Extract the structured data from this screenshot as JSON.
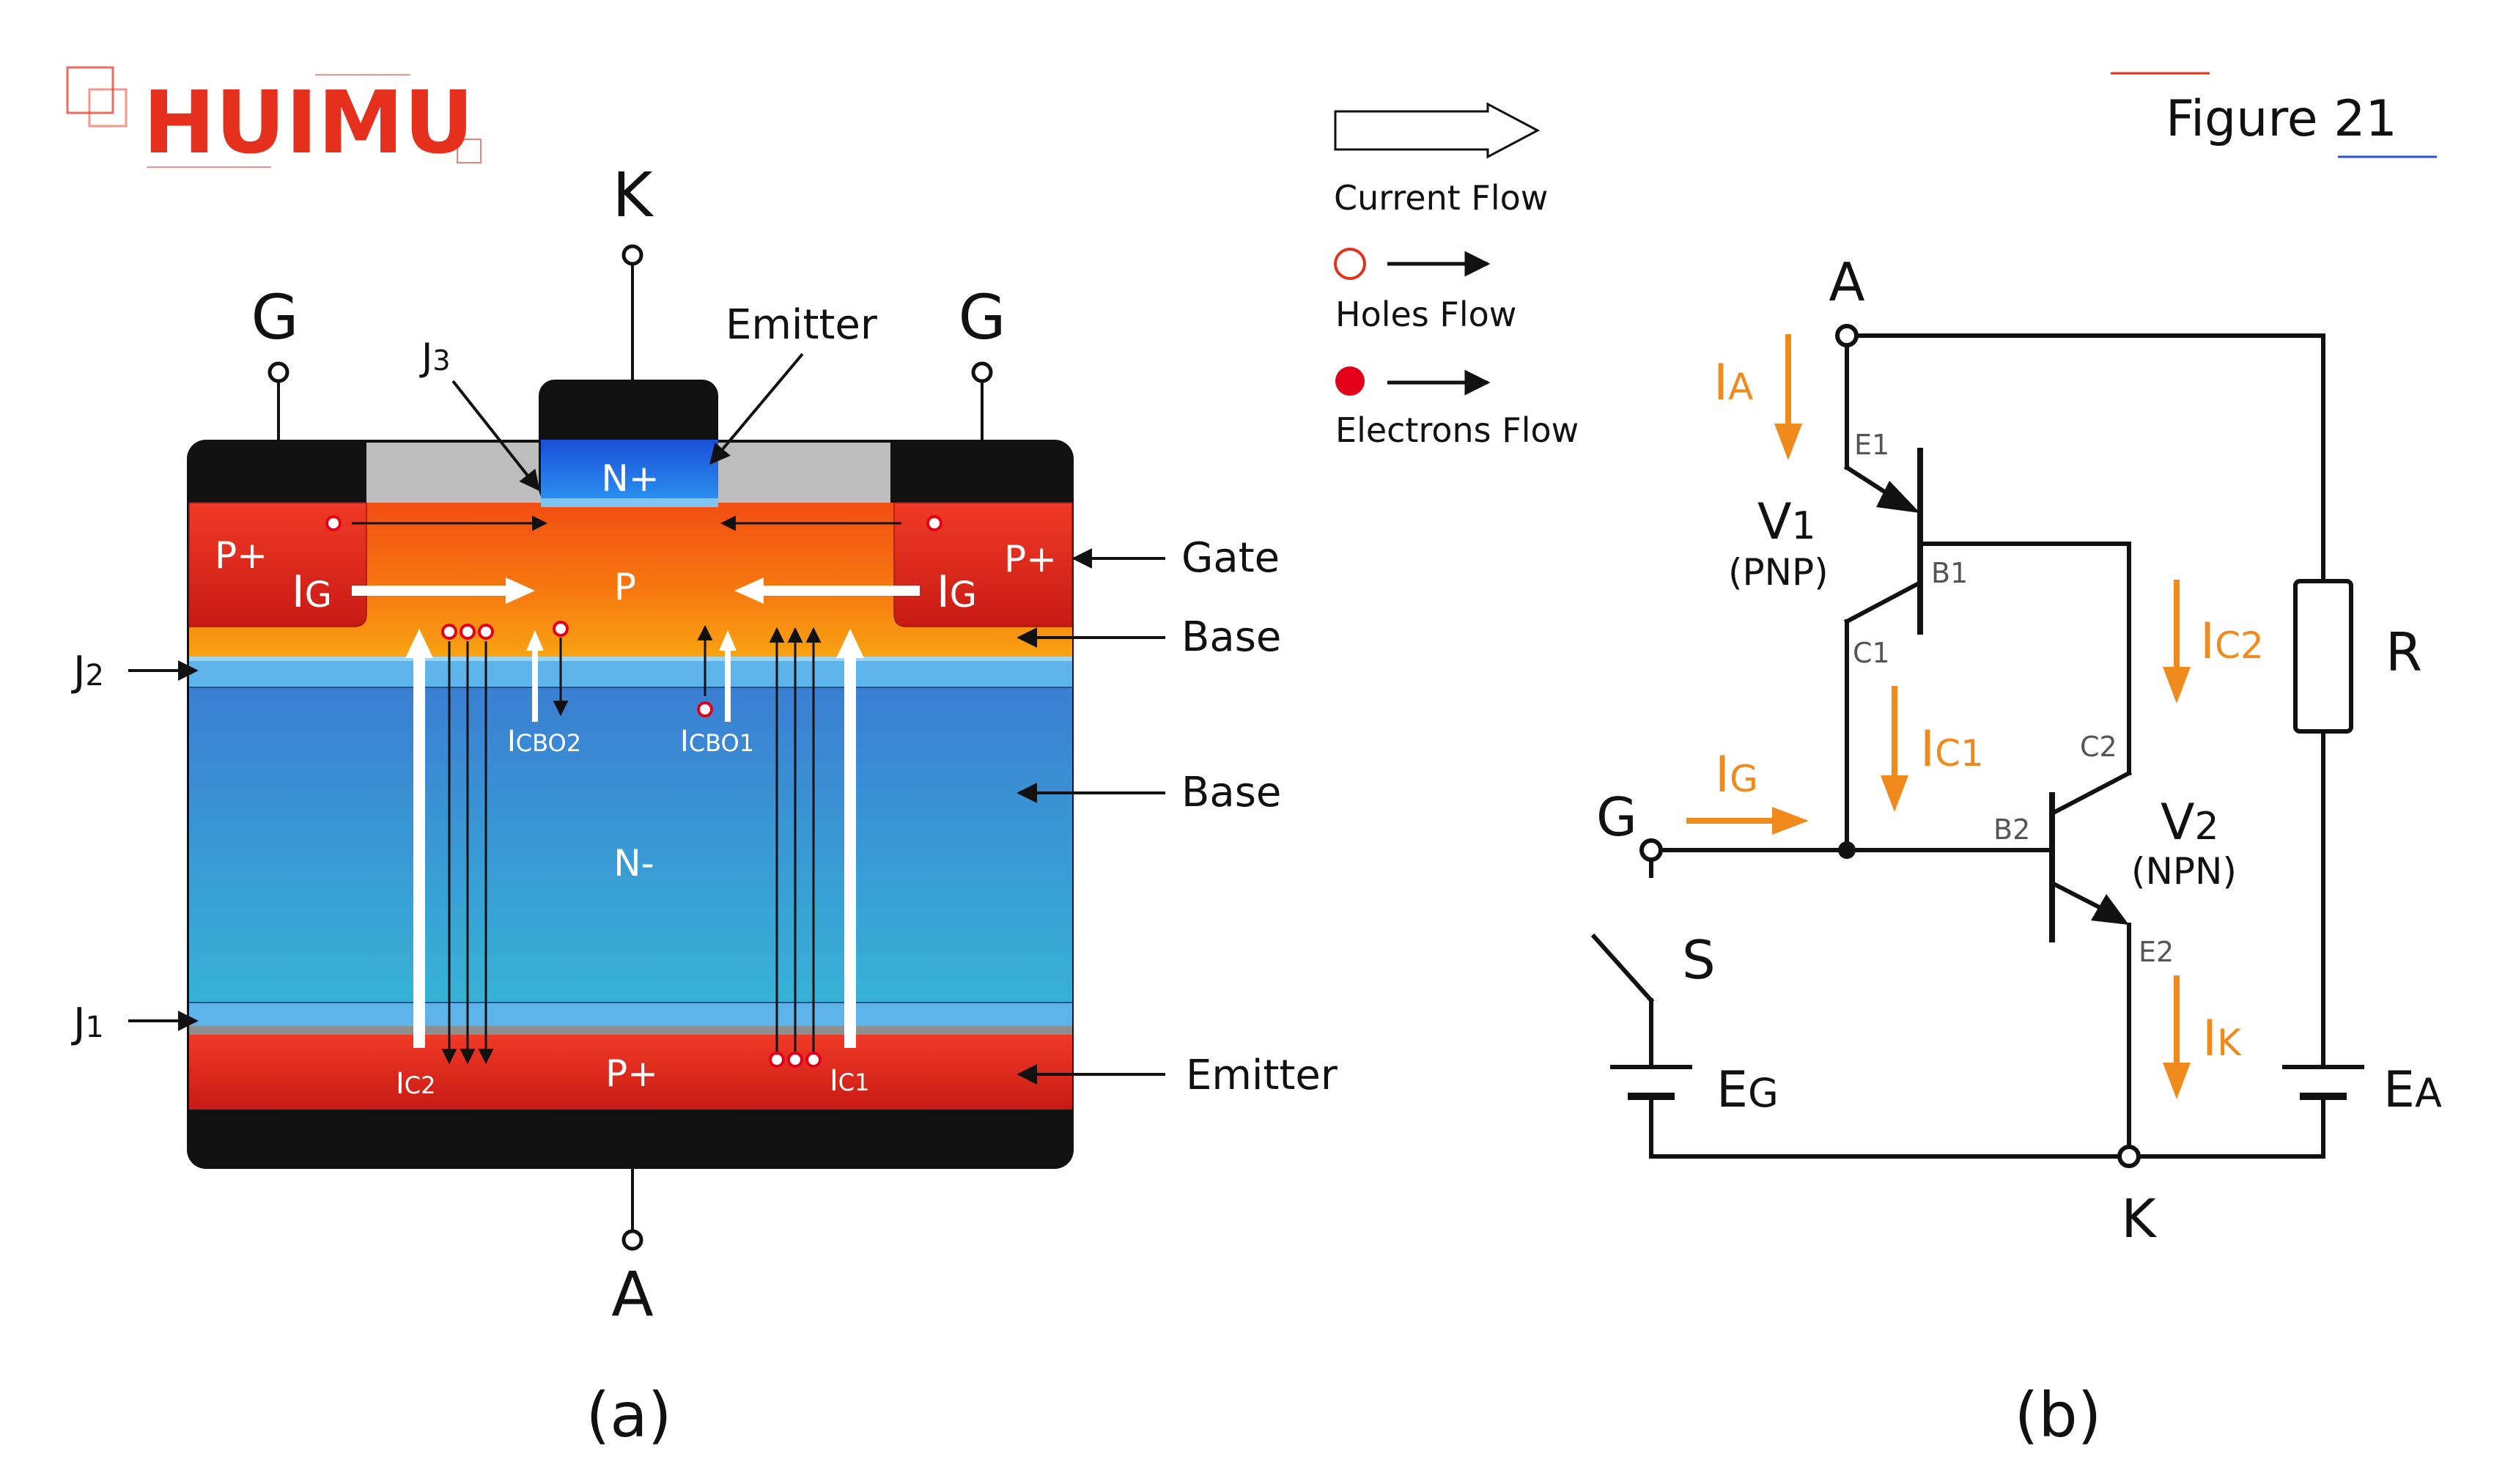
{
  "brand": {
    "name": "HUIMU",
    "accent": "#e5301e"
  },
  "figure_label": "Figure 21",
  "legend": {
    "current_flow": "Current Flow",
    "holes_flow": "Holes Flow",
    "electrons_flow": "Electrons Flow"
  },
  "panel_a": {
    "caption": "(a)",
    "terminal_k": "K",
    "terminal_a": "A",
    "terminal_g_left": "G",
    "terminal_g_right": "G",
    "label_j3_main": "J",
    "label_j3_sub": "3",
    "label_j2_main": "J",
    "label_j2_sub": "2",
    "label_j1_main": "J",
    "label_j1_sub": "1",
    "label_emitter_top": "Emitter",
    "label_gate": "Gate",
    "label_base_p": "Base",
    "label_base_n": "Base",
    "label_emitter_bottom": "Emitter",
    "region_n_plus": "N+",
    "region_p_plus_left": "P+",
    "region_p_plus_right": "P+",
    "region_p": "P",
    "region_n_minus": "N-",
    "region_p_plus_bottom": "P+",
    "ig_left_main": "I",
    "ig_left_sub": "G",
    "ig_right_main": "I",
    "ig_right_sub": "G",
    "icbo2_main": "I",
    "icbo2_sub": "CBO2",
    "icbo1_main": "I",
    "icbo1_sub": "CBO1",
    "ic2_main": "I",
    "ic2_sub": "C2",
    "ic1_main": "I",
    "ic1_sub": "C1",
    "colors": {
      "p_plus": "#e02a1e",
      "p": "#f46a10",
      "n_plus": "#1f5fd6",
      "n_minus": "#3d8fd4",
      "metal": "#111111",
      "oxide": "#bdbdbd"
    }
  },
  "panel_b": {
    "caption": "(b)",
    "node_a": "A",
    "node_k": "K",
    "node_g": "G",
    "switch_s": "S",
    "resistor_r": "R",
    "eg_main": "E",
    "eg_sub": "G",
    "ea_main": "E",
    "ea_sub": "A",
    "v1_main": "V",
    "v1_sub": "1",
    "v1_type": "(PNP)",
    "v2_main": "V",
    "v2_sub": "2",
    "v2_type": "(NPN)",
    "pin_e1": "E1",
    "pin_b1": "B1",
    "pin_c1": "C1",
    "pin_c2": "C2",
    "pin_b2": "B2",
    "pin_e2": "E2",
    "ia_main": "I",
    "ia_sub": "A",
    "ig_main": "I",
    "ig_sub": "G",
    "ic1_main": "I",
    "ic1_sub": "C1",
    "ic2_main": "I",
    "ic2_sub": "C2",
    "ik_main": "I",
    "ik_sub": "K",
    "current_color": "#f08a1c"
  }
}
